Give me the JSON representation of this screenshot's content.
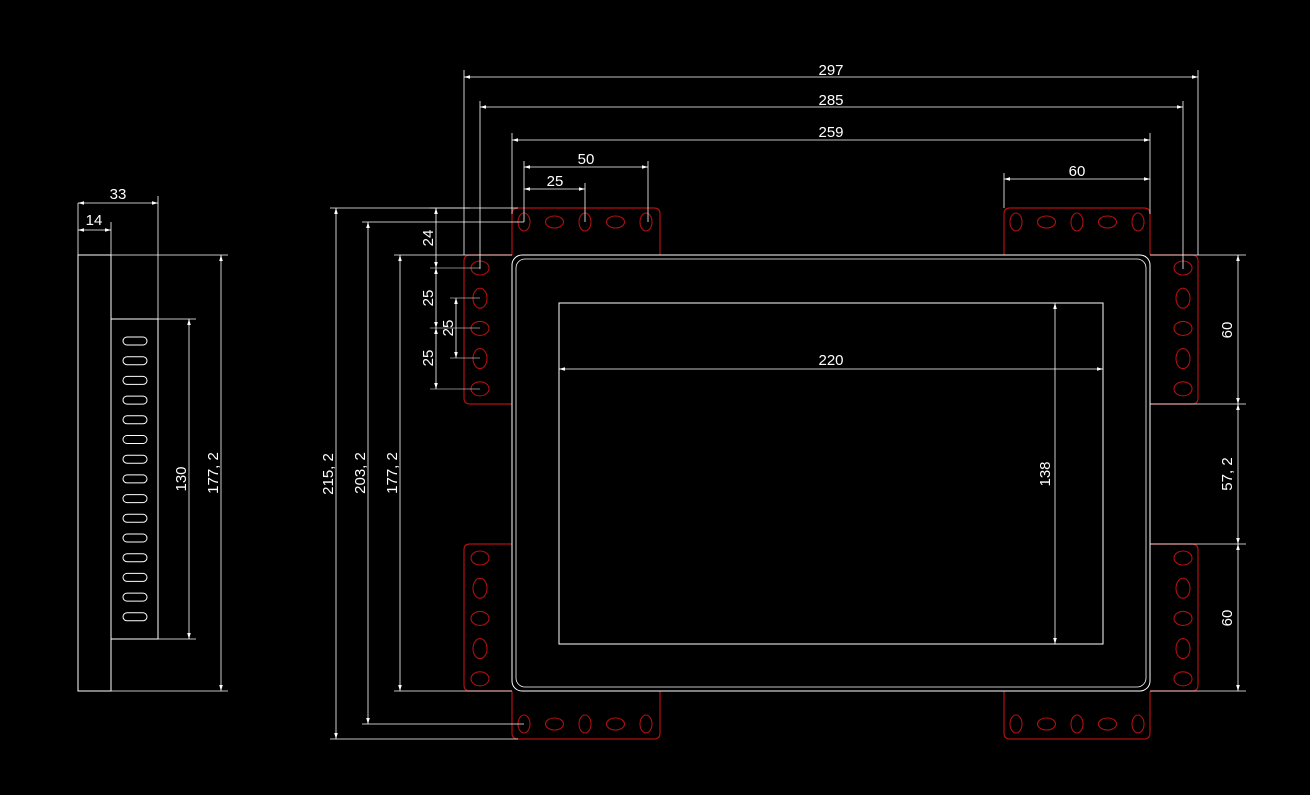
{
  "colors": {
    "background": "#000000",
    "outline": "#ffffff",
    "dimension": "#ffffff",
    "bracket": "#b01010"
  },
  "side_view": {
    "dims": {
      "total_width": "33",
      "panel_width": "14",
      "height": "177, 2",
      "slot_span": "130"
    }
  },
  "front_view": {
    "dims": {
      "width_297": "297",
      "width_285": "285",
      "width_259": "259",
      "top_50": "50",
      "top_25": "25",
      "top_right_60": "60",
      "screen_width": "220",
      "screen_height": "138",
      "height_215": "215, 2",
      "height_203": "203, 2",
      "height_177": "177, 2",
      "left_24": "24",
      "left_25_a": "25",
      "left_25_b": "25",
      "left_25_c": "25",
      "right_60_top": "60",
      "right_57": "57, 2",
      "right_60_bottom": "60"
    }
  }
}
